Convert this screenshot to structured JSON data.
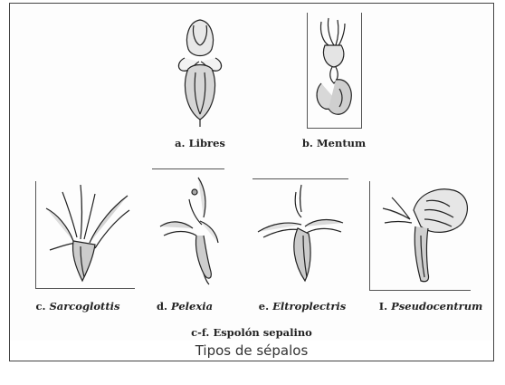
{
  "figure": {
    "caption": "Tipos de sépalos",
    "group_label": "c-f. Espolón sepalino",
    "panels": [
      {
        "id": "a",
        "prefix": "a.",
        "name": "Libres",
        "italic": false
      },
      {
        "id": "b",
        "prefix": "b.",
        "name": "Mentum",
        "italic": false
      },
      {
        "id": "c",
        "prefix": "c.",
        "name": "Sarcoglottis",
        "italic": true
      },
      {
        "id": "d",
        "prefix": "d.",
        "name": "Pelexia",
        "italic": true
      },
      {
        "id": "e",
        "prefix": "e.",
        "name": "Eltroplectris",
        "italic": true
      },
      {
        "id": "f",
        "prefix": "I.",
        "name": "Pseudocentrum",
        "italic": true
      }
    ]
  }
}
